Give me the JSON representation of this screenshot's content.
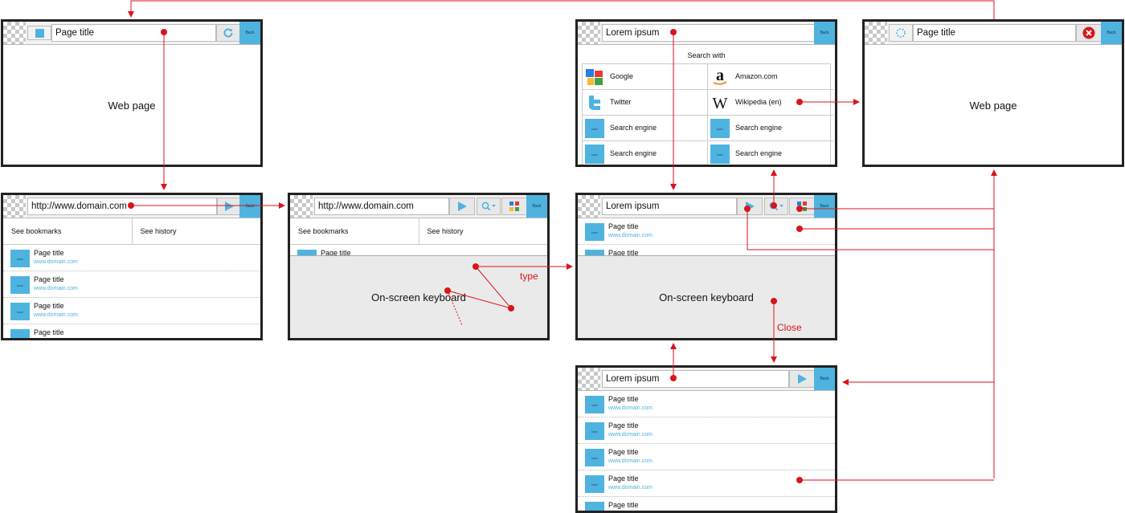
{
  "colors": {
    "accent": "#4fb3e0",
    "annotation": "#d9151b",
    "frame": "#222222"
  },
  "back_label": "Back",
  "icon_label": "icon",
  "s1": {
    "title": "Page title",
    "body": "Web page"
  },
  "s2": {
    "url": "http://www.domain.com",
    "bookmarks": "See bookmarks",
    "history": "See history",
    "rows": [
      {
        "title": "Page title",
        "url": "www.domain.com"
      },
      {
        "title": "Page title",
        "url": "www.domain.com"
      },
      {
        "title": "Page title",
        "url": "www.domain.com"
      },
      {
        "title": "Page title"
      }
    ]
  },
  "s3": {
    "url": "http://www.domain.com",
    "bookmarks": "See bookmarks",
    "history": "See history",
    "row_title": "Page title",
    "keyboard": "On-screen keyboard"
  },
  "s4": {
    "query": "Lorem ipsum",
    "search_with": "Search with",
    "engines": [
      {
        "label": "Google",
        "icon": "google-icon"
      },
      {
        "label": "Amazon.com",
        "icon": "amazon-icon"
      },
      {
        "label": "Twitter",
        "icon": "twitter-icon"
      },
      {
        "label": "Wikipedia (en)",
        "icon": "wikipedia-icon"
      },
      {
        "label": "Search engine",
        "icon": "generic-icon"
      },
      {
        "label": "Search engine",
        "icon": "generic-icon"
      },
      {
        "label": "Search engine",
        "icon": "generic-icon"
      },
      {
        "label": "Search engine",
        "icon": "generic-icon"
      }
    ]
  },
  "s5": {
    "title": "Page title",
    "body": "Web page"
  },
  "s6": {
    "query": "Lorem ipsum",
    "keyboard": "On-screen keyboard",
    "rows": [
      {
        "title": "Page title",
        "url": "www.domain.com"
      },
      {
        "title": "Page title"
      }
    ]
  },
  "s7": {
    "query": "Lorem ipsum",
    "rows": [
      {
        "title": "Page title",
        "url": "www.domain.com"
      },
      {
        "title": "Page title",
        "url": "www.domain.com"
      },
      {
        "title": "Page title",
        "url": "www.domain.com"
      },
      {
        "title": "Page title",
        "url": "www.domain.com"
      },
      {
        "title": "Page title"
      }
    ]
  },
  "annotations": {
    "type": "type",
    "close": "Close"
  }
}
